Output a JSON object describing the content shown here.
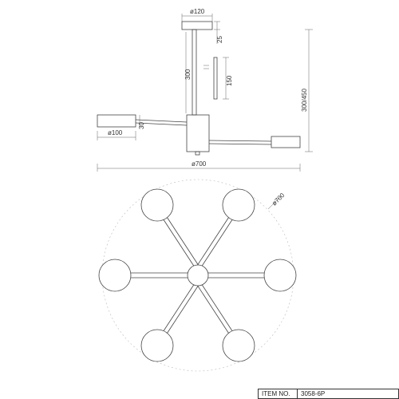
{
  "dimensions": {
    "canopy_diameter": "ø120",
    "canopy_height": "25",
    "rod_length": "300",
    "rod_extension": "150",
    "overall_height": "300/450",
    "arm_offset": "30",
    "shade_diameter": "ø100",
    "overall_width": "ø700",
    "plan_diameter": "ø700"
  },
  "title_block": {
    "item_label": "ITEM NO.",
    "item_number": "3058-6P"
  }
}
